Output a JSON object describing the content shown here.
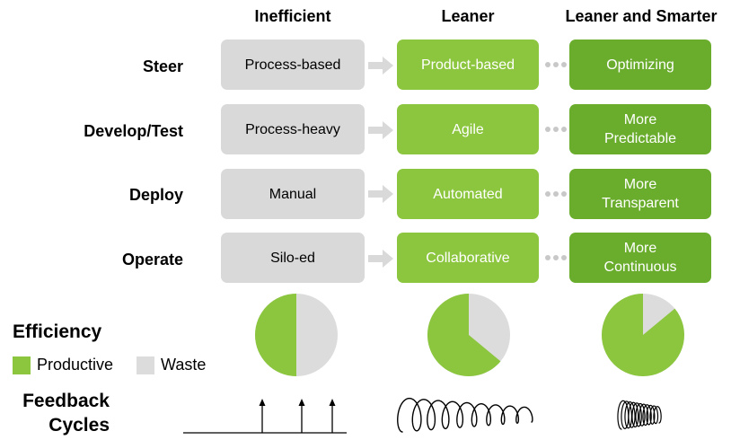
{
  "columns": [
    "Inefficient",
    "Leaner",
    "Leaner and Smarter"
  ],
  "rows": [
    {
      "label": "Steer",
      "inefficient": "Process-based",
      "leaner": "Product-based",
      "smarter": "Optimizing"
    },
    {
      "label": "Develop/Test",
      "inefficient": "Process-heavy",
      "leaner": "Agile",
      "smarter": "More\nPredictable"
    },
    {
      "label": "Deploy",
      "inefficient": "Manual",
      "leaner": "Automated",
      "smarter": "More\nTransparent"
    },
    {
      "label": "Operate",
      "inefficient": "Silo-ed",
      "leaner": "Collaborative",
      "smarter": "More\nContinuous"
    }
  ],
  "efficiency": {
    "title": "Efficiency",
    "legend": {
      "productive": "Productive",
      "waste": "Waste"
    },
    "productive_share": [
      0.5,
      0.64,
      0.86
    ]
  },
  "feedback": {
    "title": "Feedback\nCycles"
  },
  "colors": {
    "gray_box": "#d9d9d9",
    "green_box": "#8cc63f",
    "dark_green_box": "#6aad2d",
    "productive": "#8cc63f",
    "waste": "#dcdcdc",
    "arrow": "#d9d9d9",
    "dots": "#c8c8c8"
  }
}
